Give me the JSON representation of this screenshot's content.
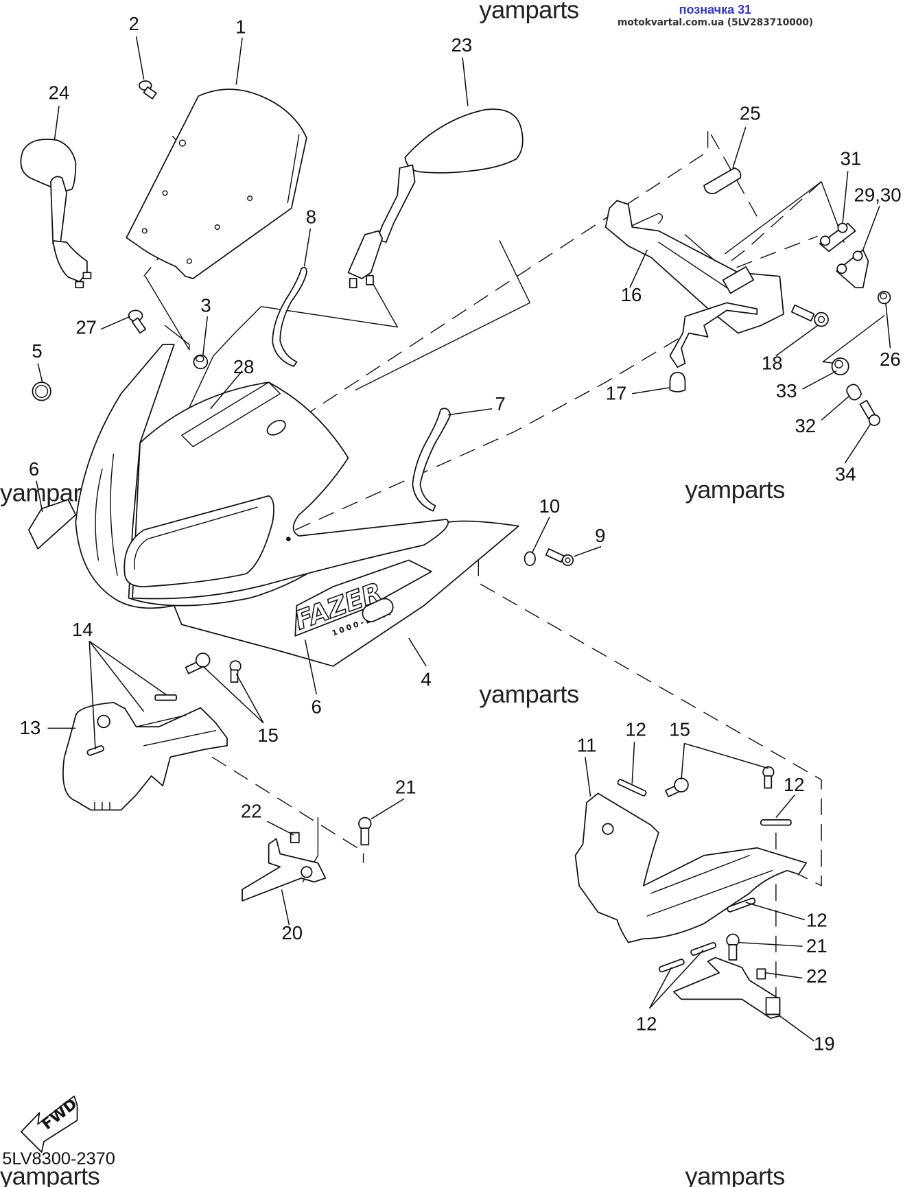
{
  "header": {
    "title": "позначка 31",
    "source": "motokvartal.com.ua (5LV283710000)"
  },
  "watermarks": [
    "yamparts",
    "yamparts",
    "yamparts",
    "yamparts",
    "yamparts",
    "yamparts"
  ],
  "diagram": {
    "code": "5LV8300-2370",
    "fwd_label": "FWD",
    "decal_text": "FAZER",
    "decal_subtext": "1000-EXUP",
    "callouts": [
      "1",
      "2",
      "3",
      "4",
      "5",
      "6",
      "6",
      "7",
      "8",
      "9",
      "10",
      "11",
      "12",
      "12",
      "12",
      "12",
      "12",
      "13",
      "14",
      "15",
      "15",
      "16",
      "17",
      "18",
      "19",
      "20",
      "21",
      "21",
      "22",
      "22",
      "23",
      "24",
      "25",
      "26",
      "27",
      "28",
      "29,30",
      "31",
      "32",
      "33",
      "34"
    ]
  }
}
